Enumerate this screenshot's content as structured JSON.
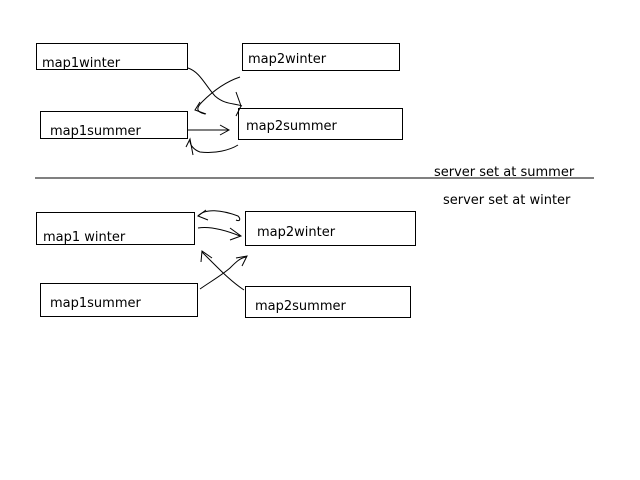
{
  "top_section": {
    "map1winter": "map1winter",
    "map2winter": "map2winter",
    "map1summer": "map1summer",
    "map2summer": "map2summer",
    "caption": "server set at summer"
  },
  "bottom_section": {
    "caption": "server set at winter",
    "map1winter": "map1 winter",
    "map2winter": "map2winter",
    "map1summer": "map1summer",
    "map2summer": "map2summer"
  }
}
